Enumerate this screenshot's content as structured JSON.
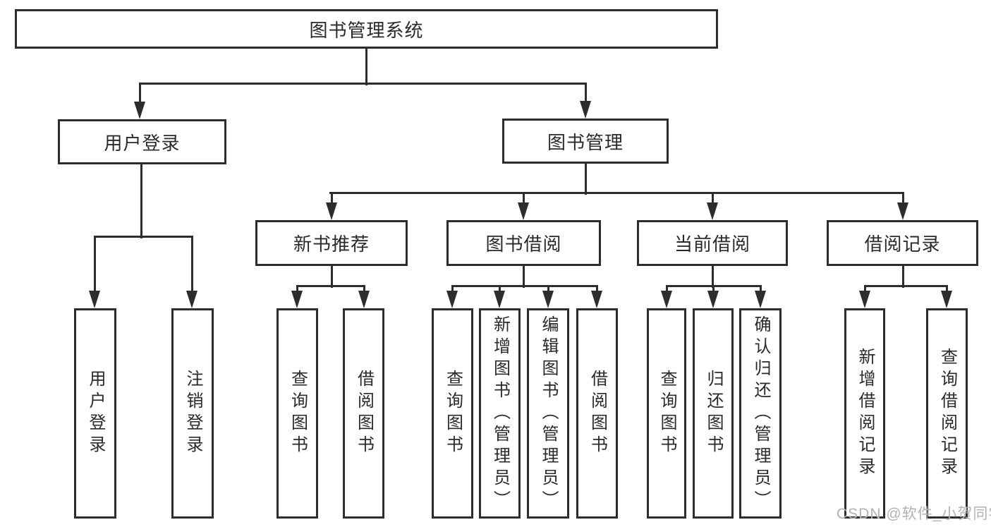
{
  "tree": {
    "root": "图书管理系统",
    "user_login": {
      "label": "用户登录",
      "children": [
        "用户登录",
        "注销登录"
      ]
    },
    "book_mgmt": {
      "label": "图书管理",
      "groups": [
        {
          "label": "新书推荐",
          "children": [
            "查询图书",
            "借阅图书"
          ]
        },
        {
          "label": "图书借阅",
          "children": [
            "查询图书",
            "新增图书（管理员）",
            "编辑图书（管理员）",
            "借阅图书"
          ]
        },
        {
          "label": "当前借阅",
          "children": [
            "查询图书",
            "归还图书",
            "确认归还（管理员）"
          ]
        },
        {
          "label": "借阅记录",
          "children": [
            "新增借阅记录",
            "查询借阅记录"
          ]
        }
      ]
    }
  },
  "watermark": "CSDN @软件_小贺同学",
  "colors": {
    "line": "#2d2d2d",
    "text": "#2a2a2a",
    "watermark": "#b2b2b2",
    "background": "#ffffff"
  }
}
